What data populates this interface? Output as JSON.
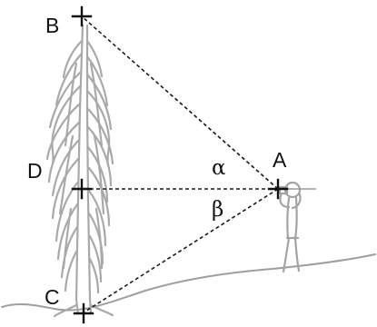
{
  "points": {
    "A": "A",
    "B": "B",
    "C": "C",
    "D": "D"
  },
  "angles": {
    "alpha": "α",
    "beta": "β"
  },
  "figure_elements": {
    "tree": "tree-drawing",
    "observer": "observer-figure",
    "ground": "ground-slope"
  }
}
